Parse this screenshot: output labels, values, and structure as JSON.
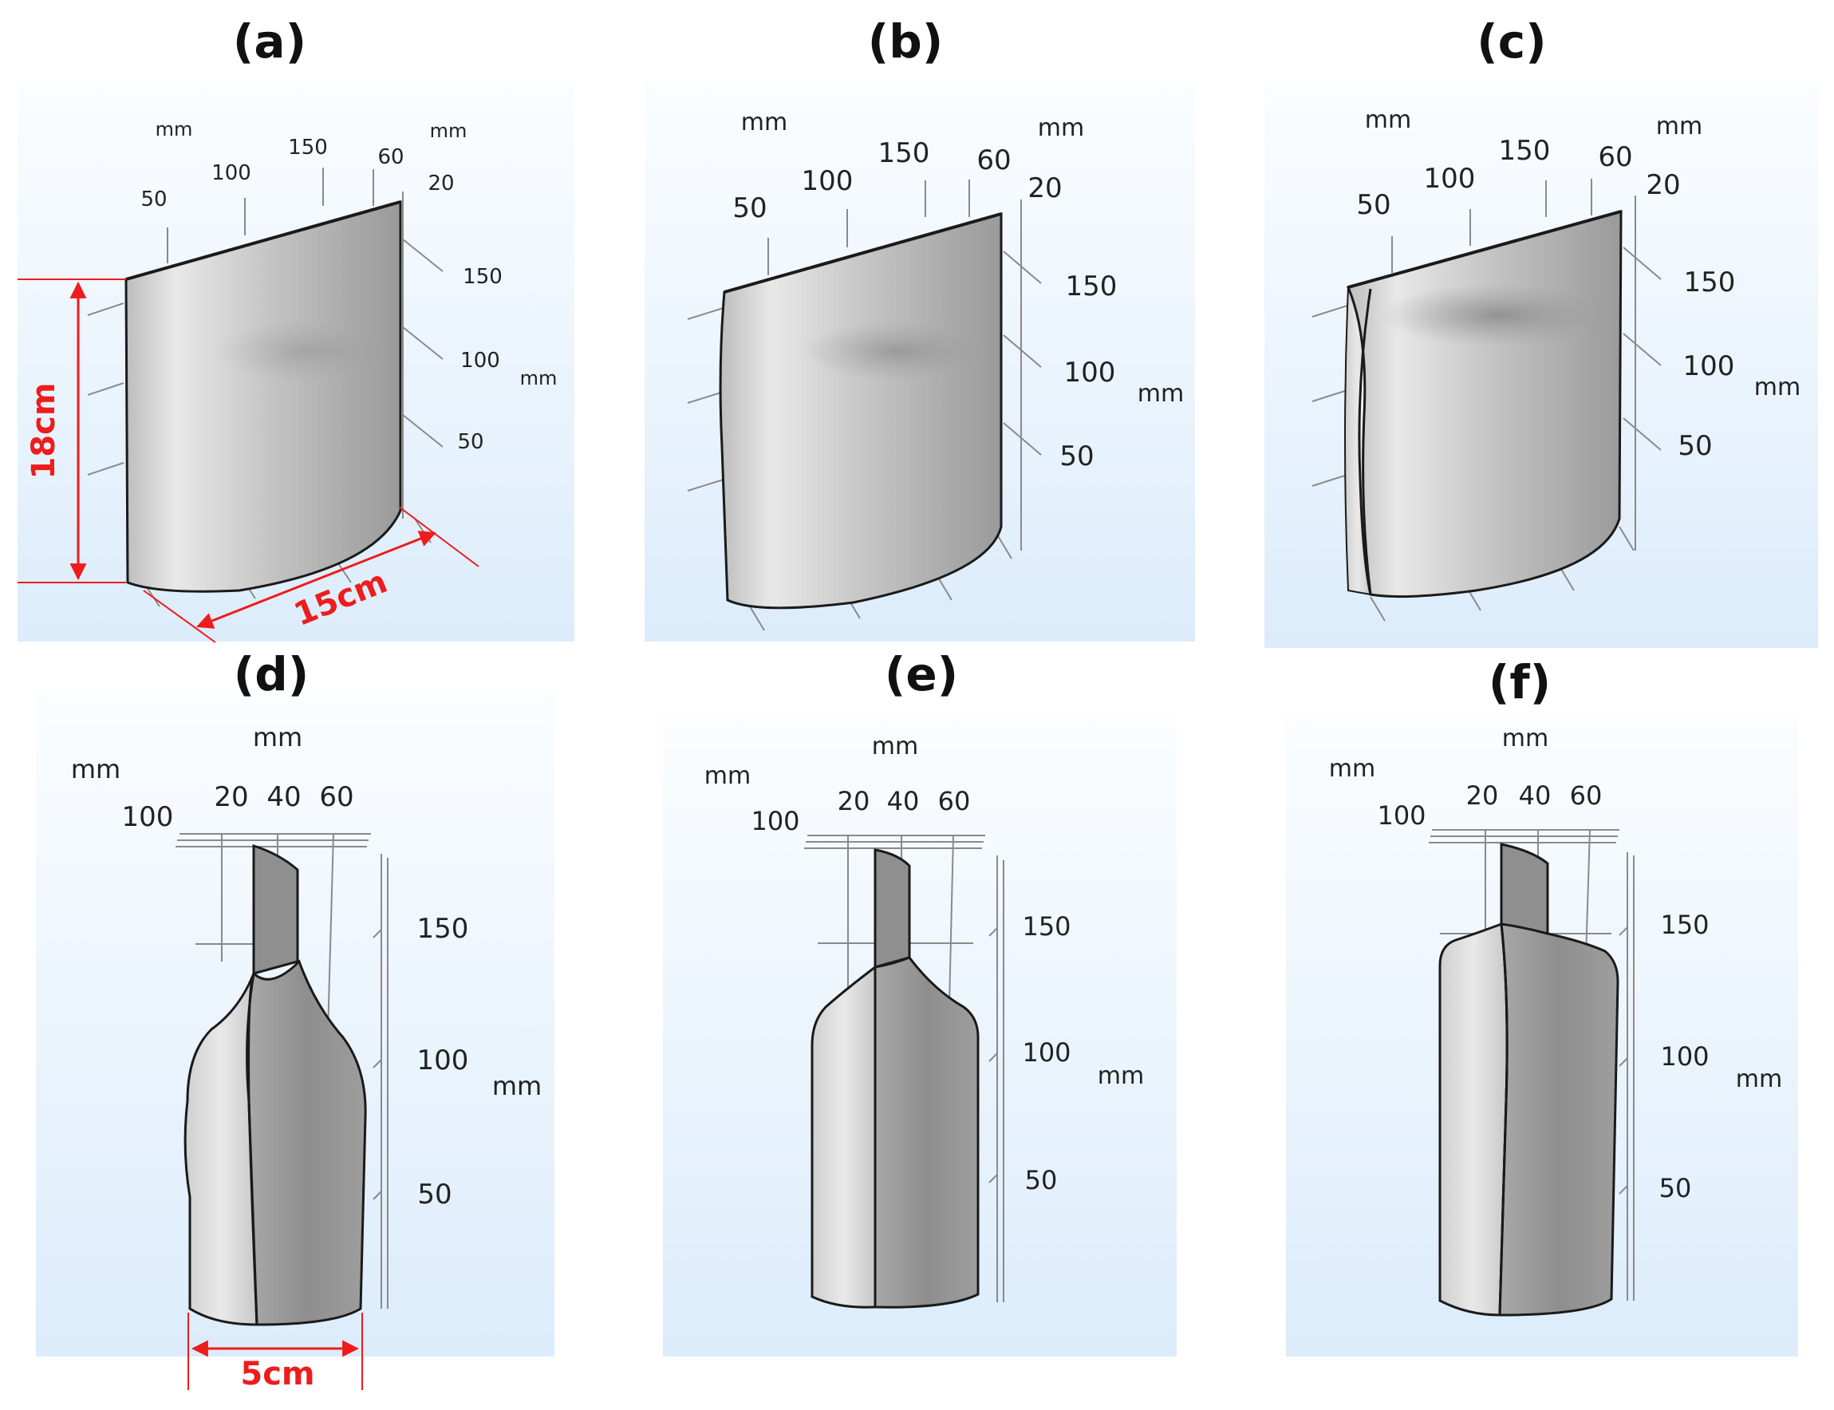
{
  "colors": {
    "panel_bg_top": "#fbfdff",
    "panel_bg_bottom": "#dcecfb",
    "pouch_light": "#e6e6e6",
    "pouch_mid": "#b4b4b4",
    "pouch_dark": "#7c7c7c",
    "axis": "#8a8a8a",
    "outline": "#1a1a1a",
    "dimension": "#ee1c1c"
  },
  "panels": [
    {
      "id": "a",
      "label": "(a)",
      "ticks": {
        "unit": "mm",
        "top": [
          "50",
          "100",
          "150"
        ],
        "depth": [
          "60",
          "20"
        ],
        "right": [
          "150",
          "100",
          "50"
        ]
      },
      "dimensions": {
        "height": "18cm",
        "width": "15cm"
      }
    },
    {
      "id": "b",
      "label": "(b)",
      "ticks": {
        "unit": "mm",
        "top": [
          "50",
          "100",
          "150"
        ],
        "depth": [
          "60",
          "20"
        ],
        "right": [
          "150",
          "100",
          "50"
        ]
      }
    },
    {
      "id": "c",
      "label": "(c)",
      "ticks": {
        "unit": "mm",
        "top": [
          "50",
          "100",
          "150"
        ],
        "depth": [
          "60",
          "20"
        ],
        "right": [
          "150",
          "100",
          "50"
        ]
      }
    },
    {
      "id": "d",
      "label": "(d)",
      "ticks": {
        "unit": "mm",
        "top": [
          "20",
          "40",
          "60"
        ],
        "left": "100",
        "right": [
          "150",
          "100",
          "50"
        ]
      },
      "dimensions": {
        "width": "5cm"
      }
    },
    {
      "id": "e",
      "label": "(e)",
      "ticks": {
        "unit": "mm",
        "top": [
          "20",
          "40",
          "60"
        ],
        "left": "100",
        "right": [
          "150",
          "100",
          "50"
        ]
      }
    },
    {
      "id": "f",
      "label": "(f)",
      "ticks": {
        "unit": "mm",
        "top": [
          "20",
          "40",
          "60"
        ],
        "left": "100",
        "right": [
          "150",
          "100",
          "50"
        ]
      }
    }
  ]
}
